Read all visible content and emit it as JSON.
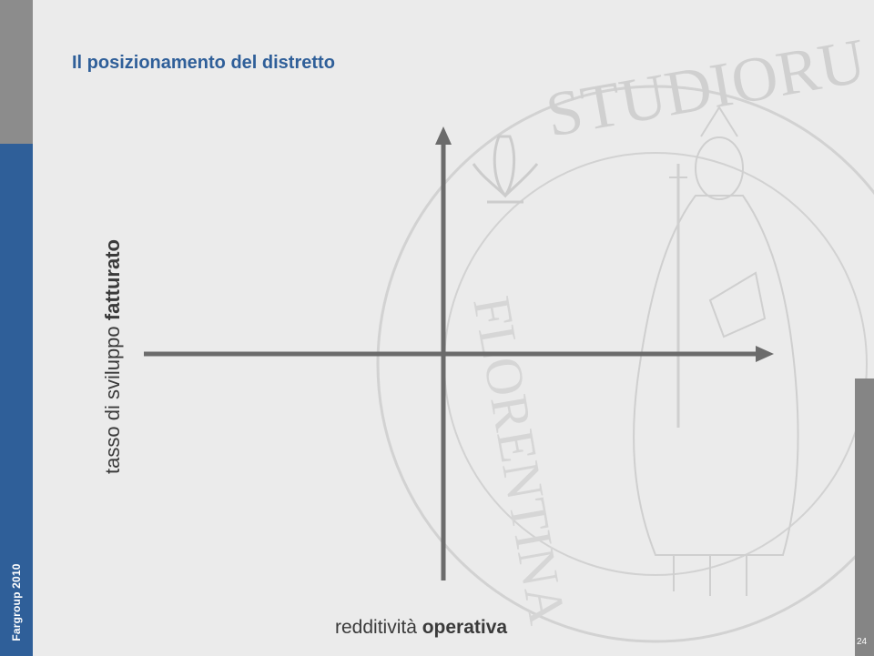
{
  "slide": {
    "title": "Il posizionamento del distretto",
    "footer_label": "Fargroup 2010",
    "page_number": "24",
    "watermark_text": "STUDIORUM · FLORENTINA"
  },
  "diagram": {
    "y_axis_label_regular": "tasso di sviluppo ",
    "y_axis_label_bold": "fatturato",
    "x_axis_label_regular": "redditività ",
    "x_axis_label_bold": "operativa"
  },
  "colors": {
    "title": "#2f5f99",
    "left_bar_top": "#8c8c8c",
    "left_bar_bottom": "#2f5f99",
    "axes": "#6b6b6b",
    "background": "#ebebeb"
  }
}
